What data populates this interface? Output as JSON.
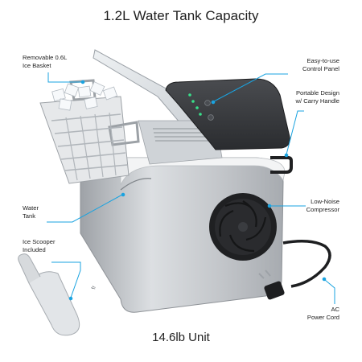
{
  "header": {
    "title": "1.2L Water Tank Capacity"
  },
  "footer": {
    "caption": "14.6lb Unit"
  },
  "labels": {
    "basket": {
      "line1": "Removable 0.6L",
      "line2": "Ice Basket"
    },
    "panel": {
      "line1": "Easy-to-use",
      "line2": "Control Panel"
    },
    "portable": {
      "line1": "Portable Design",
      "line2": "w/ Carry Handle"
    },
    "tank": {
      "line1": "Water",
      "line2": "Tank"
    },
    "compressor": {
      "line1": "Low-Noise",
      "line2": "Compressor"
    },
    "scooper": {
      "line1": "Ice Scooper",
      "line2": "Included"
    },
    "cord": {
      "line1": "AC",
      "line2": "Power Cord"
    }
  },
  "colors": {
    "callout": "#1aa3e0",
    "steel": "#c9ccd0",
    "lid": "#3b3d40",
    "fan": "#1d1e20"
  }
}
